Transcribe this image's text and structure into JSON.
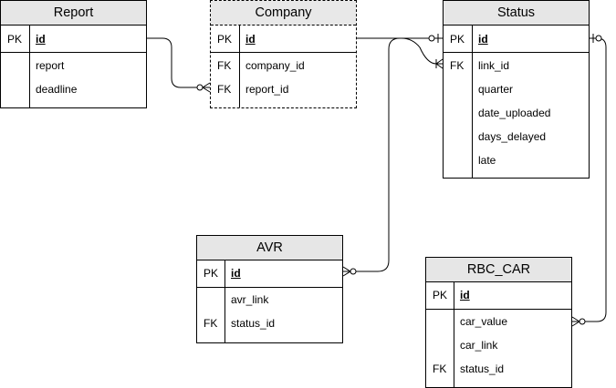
{
  "entities": {
    "report": {
      "name": "Report",
      "pk": {
        "key": "PK",
        "field": "id"
      },
      "rows": [
        {
          "key": "",
          "field": "report"
        },
        {
          "key": "",
          "field": "deadline"
        }
      ]
    },
    "company": {
      "name": "Company",
      "pk": {
        "key": "PK",
        "field": "id"
      },
      "rows": [
        {
          "key": "FK",
          "field": "company_id"
        },
        {
          "key": "FK",
          "field": "report_id"
        }
      ]
    },
    "status": {
      "name": "Status",
      "pk": {
        "key": "PK",
        "field": "id"
      },
      "rows": [
        {
          "key": "FK",
          "field": "link_id"
        },
        {
          "key": "",
          "field": "quarter"
        },
        {
          "key": "",
          "field": "date_uploaded"
        },
        {
          "key": "",
          "field": "days_delayed"
        },
        {
          "key": "",
          "field": "late"
        }
      ]
    },
    "avr": {
      "name": "AVR",
      "pk": {
        "key": "PK",
        "field": "id"
      },
      "rows": [
        {
          "key": "",
          "field": "avr_link"
        },
        {
          "key": "FK",
          "field": "status_id"
        }
      ]
    },
    "rbc_car": {
      "name": "RBC_CAR",
      "pk": {
        "key": "PK",
        "field": "id"
      },
      "rows": [
        {
          "key": "",
          "field": "car_value"
        },
        {
          "key": "",
          "field": "car_link"
        },
        {
          "key": "FK",
          "field": "status_id"
        }
      ]
    }
  },
  "colors": {
    "header_fill": "#e6e6e6",
    "line": "#000000",
    "background": "#ffffff"
  }
}
